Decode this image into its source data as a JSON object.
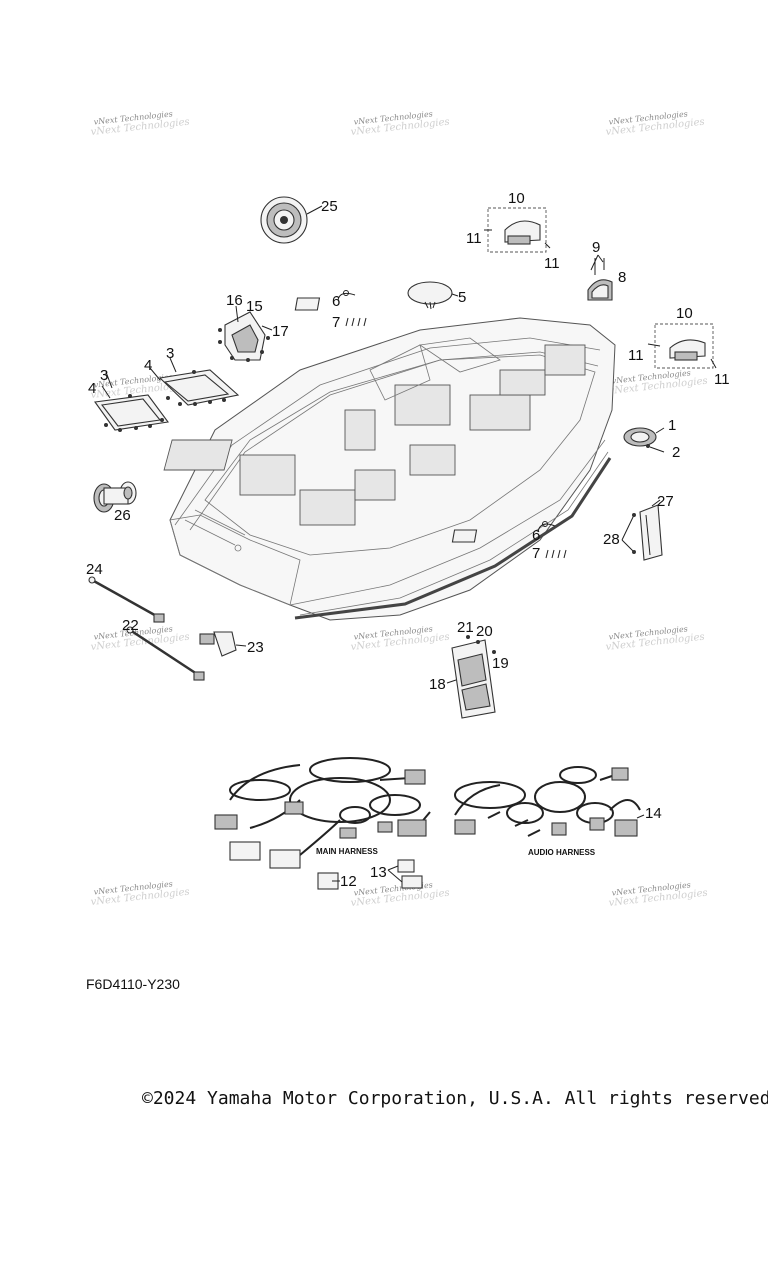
{
  "diagram": {
    "code": "F6D4110-Y230",
    "copyright": "©2024 Yamaha Motor Corporation, U.S.A. All rights reserved.",
    "watermark": "vNext Technologies",
    "harness_labels": {
      "main": "MAIN HARNESS",
      "audio": "AUDIO HARNESS"
    },
    "callouts": [
      {
        "id": "c1",
        "label": "1"
      },
      {
        "id": "c2",
        "label": "2"
      },
      {
        "id": "c3a",
        "label": "3"
      },
      {
        "id": "c3b",
        "label": "3"
      },
      {
        "id": "c4a",
        "label": "4"
      },
      {
        "id": "c4b",
        "label": "4"
      },
      {
        "id": "c5",
        "label": "5"
      },
      {
        "id": "c6a",
        "label": "6"
      },
      {
        "id": "c6b",
        "label": "6"
      },
      {
        "id": "c7a",
        "label": "7"
      },
      {
        "id": "c7b",
        "label": "7"
      },
      {
        "id": "c8",
        "label": "8"
      },
      {
        "id": "c9",
        "label": "9"
      },
      {
        "id": "c10a",
        "label": "10"
      },
      {
        "id": "c10b",
        "label": "10"
      },
      {
        "id": "c11a",
        "label": "11"
      },
      {
        "id": "c11b",
        "label": "11"
      },
      {
        "id": "c11c",
        "label": "11"
      },
      {
        "id": "c11d",
        "label": "11"
      },
      {
        "id": "c12",
        "label": "12"
      },
      {
        "id": "c13",
        "label": "13"
      },
      {
        "id": "c14",
        "label": "14"
      },
      {
        "id": "c15",
        "label": "15"
      },
      {
        "id": "c16",
        "label": "16"
      },
      {
        "id": "c17",
        "label": "17"
      },
      {
        "id": "c18",
        "label": "18"
      },
      {
        "id": "c19",
        "label": "19"
      },
      {
        "id": "c20",
        "label": "20"
      },
      {
        "id": "c21",
        "label": "21"
      },
      {
        "id": "c22",
        "label": "22"
      },
      {
        "id": "c23",
        "label": "23"
      },
      {
        "id": "c24",
        "label": "24"
      },
      {
        "id": "c25",
        "label": "25"
      },
      {
        "id": "c26",
        "label": "26"
      },
      {
        "id": "c27",
        "label": "27"
      },
      {
        "id": "c28",
        "label": "28"
      }
    ]
  }
}
